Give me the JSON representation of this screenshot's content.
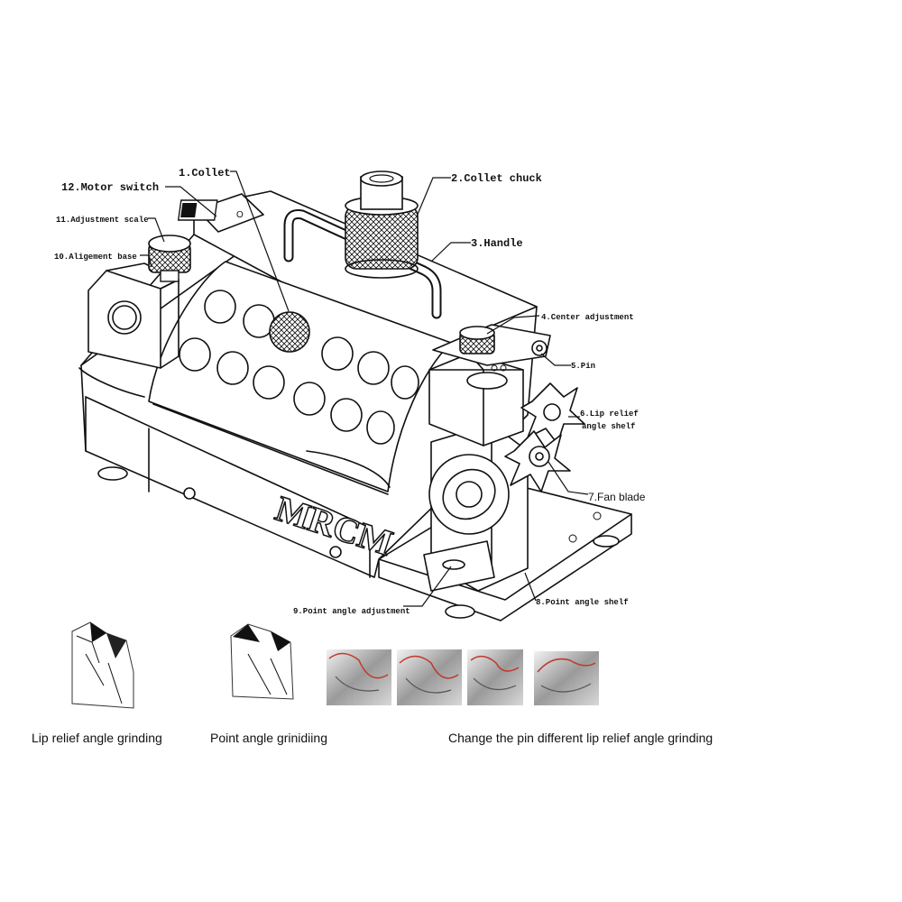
{
  "logo_text": "MRCM",
  "callouts": [
    {
      "id": "collet",
      "text": "1.Collet"
    },
    {
      "id": "collet-chuck",
      "text": "2.Collet chuck"
    },
    {
      "id": "handle",
      "text": "3.Handle"
    },
    {
      "id": "center-adjustment",
      "text": "4.Center adjustment"
    },
    {
      "id": "pin",
      "text": "5.Pin"
    },
    {
      "id": "lip-relief-angle-shelf",
      "text": "6.Lip relief",
      "text2": "angle shelf"
    },
    {
      "id": "fan-blade",
      "text": "7.Fan blade"
    },
    {
      "id": "point-angle-shelf",
      "text": "8.Point angle shelf"
    },
    {
      "id": "point-angle-adjustment",
      "text": "9.Point angle adjustment"
    },
    {
      "id": "alignment-base",
      "text": "10.Aligement base"
    },
    {
      "id": "adjustment-scale",
      "text": "11.Adjustment scale"
    },
    {
      "id": "motor-switch",
      "text": "12.Motor switch"
    }
  ],
  "captions": {
    "lip_relief": "Lip relief angle grinding",
    "point_angle": "Point angle grinidiing",
    "change_pin": "Change the pin different lip relief angle grinding"
  },
  "colors": {
    "line": "#111111",
    "background": "#ffffff",
    "highlight": "#c0392b"
  }
}
